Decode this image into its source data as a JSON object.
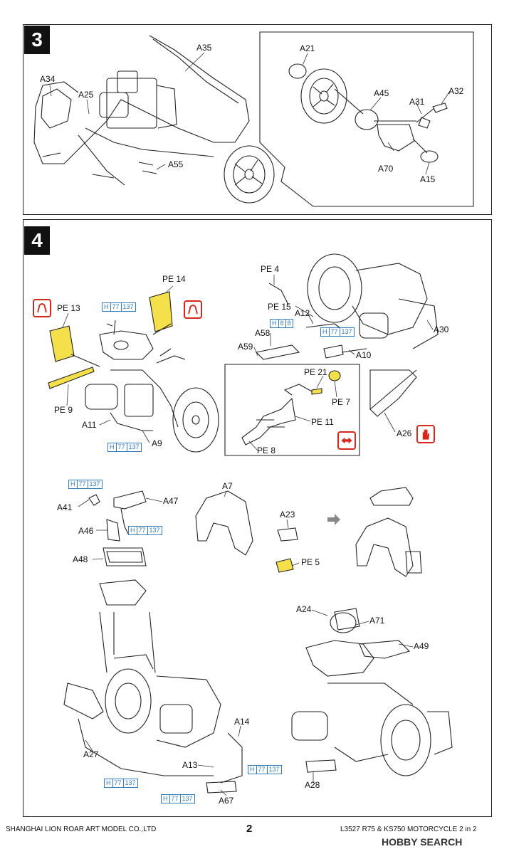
{
  "steps": [
    {
      "number": "3"
    },
    {
      "number": "4"
    }
  ],
  "step3_labels": [
    "A35",
    "A34",
    "A25",
    "A55",
    "A21",
    "A45",
    "A31",
    "A32",
    "A70",
    "A15"
  ],
  "step4_labels": [
    "PE 14",
    "PE 13",
    "PE 9",
    "A11",
    "A9",
    "PE 4",
    "PE 15",
    "A12",
    "A58",
    "A59",
    "A10",
    "A30",
    "PE 21",
    "PE 7",
    "PE 11",
    "PE 8",
    "A26"
  ],
  "step4_codes": [
    [
      "H",
      "77",
      "137"
    ],
    [
      "H",
      "8",
      "8"
    ],
    [
      "H",
      "77",
      "137"
    ],
    [
      "H",
      "77",
      "137"
    ]
  ],
  "seat_labels": [
    "A41",
    "A47",
    "A46",
    "A48",
    "A7",
    "A23",
    "PE 5"
  ],
  "seat_codes": [
    [
      "H",
      "77",
      "137"
    ],
    [
      "H",
      "77",
      "137"
    ]
  ],
  "bottom_labels": [
    "A24",
    "A71",
    "A49",
    "A27",
    "A14",
    "A13",
    "A67",
    "A28"
  ],
  "bottom_codes": [
    [
      "H",
      "77",
      "137"
    ],
    [
      "H",
      "77",
      "137"
    ],
    [
      "H",
      "77",
      "137"
    ]
  ],
  "footer": {
    "company": "SHANGHAI LION ROAR ART MODEL CO.,LTD",
    "page_number": "2",
    "product": "L3527 R75 & KS750 MOTORCYCLE 2 in 2",
    "watermark": "HOBBY SEARCH"
  },
  "colors": {
    "photo_etch": "#f3e04a",
    "code_blue": "#2f7dc0",
    "warning_red": "#d8261d"
  },
  "icons": [
    "bend-icon",
    "bend-icon",
    "flip-direction-icon",
    "hand-caution-icon",
    "next-step-arrow-icon"
  ]
}
